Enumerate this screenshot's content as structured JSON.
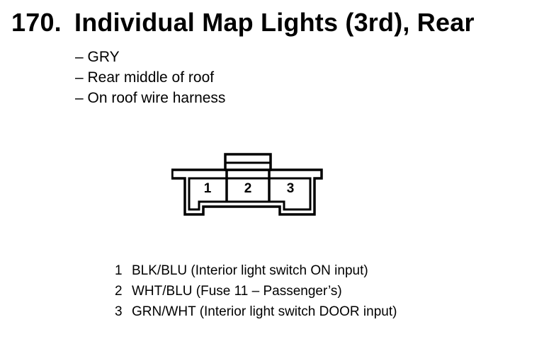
{
  "title": {
    "number": "170.",
    "text": "Individual Map Lights (3rd), Rear"
  },
  "notes": [
    "– GRY",
    "– Rear middle of roof",
    "– On roof wire harness"
  ],
  "connector": {
    "cavities": [
      "1",
      "2",
      "3"
    ]
  },
  "pins": [
    {
      "number": "1",
      "desc": "BLK/BLU (Interior light switch ON input)"
    },
    {
      "number": "2",
      "desc": "WHT/BLU (Fuse 11 – Passenger’s)"
    },
    {
      "number": "3",
      "desc": "GRN/WHT (Interior light switch DOOR input)"
    }
  ]
}
